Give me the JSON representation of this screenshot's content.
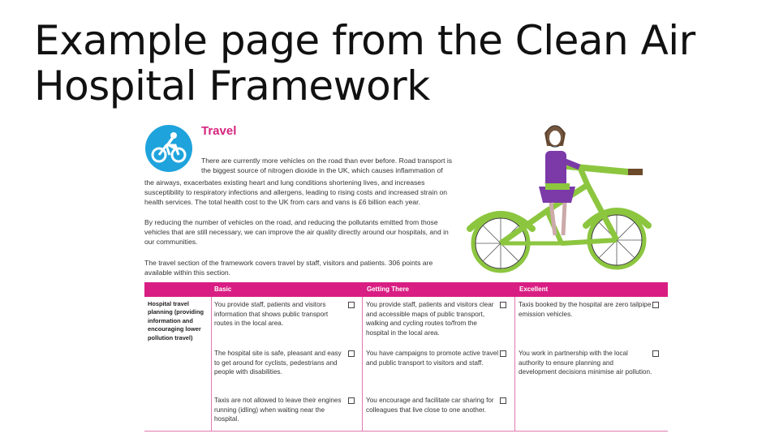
{
  "slide": {
    "title": "Example page from the Clean Air Hospital Framework"
  },
  "document": {
    "section_title": "Travel",
    "icon": "bicycle-icon",
    "paragraph1_part1": "There are currently more vehicles on the road than ever before. Road transport is the biggest source of nitrogen dioxide in the UK, which causes inflammation of",
    "paragraph1_part2": "the airways, exacerbates existing heart and lung conditions shortening lives, and increases susceptibility to respiratory infections and allergens, leading to rising costs and increased strain on health services. The total health cost to the UK from cars and vans is £6 billion each year.",
    "paragraph2": "By reducing the number of vehicles on the road, and reducing the pollutants emitted from those vehicles that are still necessary, we can improve the air quality directly around our hospitals, and in our communities.",
    "paragraph3": "The travel section of the framework covers travel by staff, visitors and patients. 306 points are available within this section."
  },
  "table": {
    "headers": [
      "Basic",
      "Getting There",
      "Excellent"
    ],
    "category": "Hospital travel planning (providing information and encouraging lower pollution travel)",
    "rows": [
      [
        "You provide staff, patients and visitors information that shows public transport routes in the local area.",
        "You provide staff, patients and visitors clear and accessible maps of public transport, walking and cycling routes to/from the hospital in the local area.",
        "Taxis booked by the hospital are zero tailpipe emission vehicles."
      ],
      [
        "The hospital site is safe, pleasant and easy to get around for cyclists, pedestrians and people with disabilities.",
        "You have campaigns to promote active travel and public transport to visitors and staff.",
        "You work in partnership with the local authority to ensure planning and development decisions minimise air pollution."
      ],
      [
        "Taxis are not allowed to leave their engines running (idling) when waiting near the hospital.",
        "You encourage and facilitate car sharing for colleagues that live close to one another.",
        ""
      ]
    ]
  },
  "colors": {
    "accent_magenta": "#d91e83",
    "icon_blue": "#1fa3dc",
    "bike_green": "#8cc63f"
  }
}
